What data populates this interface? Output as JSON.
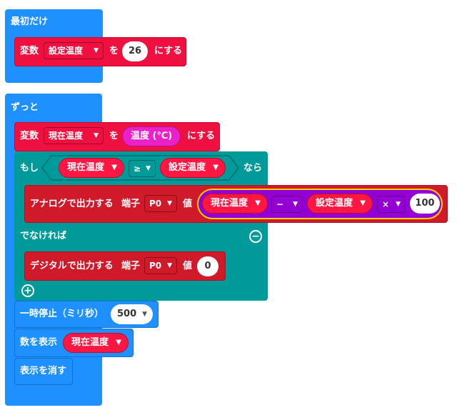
{
  "on_start": {
    "header": "最初だけ",
    "set_var": {
      "prefix": "変数",
      "variable": "設定温度",
      "to": "を",
      "value": "26",
      "suffix": "にする"
    }
  },
  "forever": {
    "header": "ずっと",
    "set_var": {
      "prefix": "変数",
      "variable": "現在温度",
      "to": "を",
      "sensor": "温度 (℃)",
      "suffix": "にする"
    },
    "if_block": {
      "if_label": "もし",
      "left_var": "現在温度",
      "operator": "≥",
      "right_var": "設定温度",
      "then_label": "なら",
      "analog": {
        "label": "アナログで出力する",
        "pin_label": "端子",
        "pin": "P0",
        "value_label": "値",
        "expr": {
          "left": "現在温度",
          "minus_op": "−",
          "right": "設定温度",
          "times_op": "×",
          "factor": "100"
        }
      },
      "else_label": "でなければ",
      "digital": {
        "label": "デジタルで出力する",
        "pin_label": "端子",
        "pin": "P0",
        "value_label": "値",
        "value": "0"
      },
      "remove_icon": "minus-circle-icon",
      "add_icon": "plus-circle-icon"
    },
    "pause": {
      "label": "一時停止（ミリ秒）",
      "value": "500"
    },
    "show_number": {
      "label": "数を表示",
      "variable": "現在温度"
    },
    "clear_screen": {
      "label": "表示を消す"
    }
  },
  "colors": {
    "events": "#1e90ff",
    "variables": "#f0103f",
    "logic": "#009a9a",
    "pins": "#d01a2a",
    "math": "#9400d3",
    "input": "#ea20c8"
  }
}
